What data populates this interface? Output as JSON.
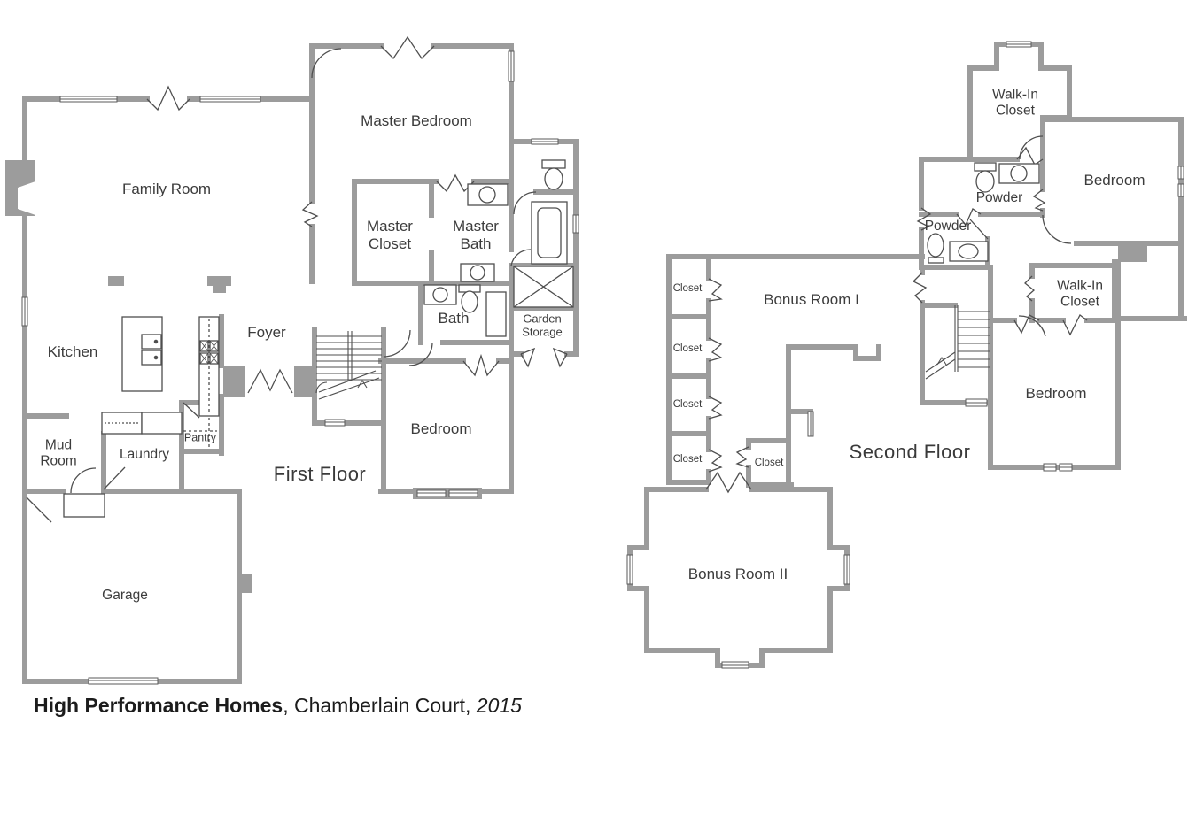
{
  "caption": {
    "builder": "High Performance Homes",
    "middle": ", Chamberlain Court, ",
    "year": "2015"
  },
  "first_floor": {
    "title": "First Floor",
    "rooms": {
      "family_room": "Family Room",
      "master_bedroom": "Master Bedroom",
      "master_closet": "Master Closet",
      "master_bath": "Master Bath",
      "bath": "Bath",
      "garden_storage": "Garden Storage",
      "kitchen": "Kitchen",
      "foyer": "Foyer",
      "bedroom": "Bedroom",
      "mud_room": "Mud Room",
      "laundry": "Laundry",
      "pantry": "Pantry",
      "garage": "Garage"
    }
  },
  "second_floor": {
    "title": "Second Floor",
    "rooms": {
      "walk_in_closet_upper": "Walk-In Closet",
      "bedroom_upper": "Bedroom",
      "powder_upper": "Powder",
      "powder_lower": "Powder",
      "bonus_room_1": "Bonus Room I",
      "closet_1": "Closet",
      "closet_2": "Closet",
      "closet_3": "Closet",
      "closet_4": "Closet",
      "closet_hall": "Closet",
      "walk_in_closet_lower": "Walk-In Closet",
      "bedroom_lower": "Bedroom",
      "bonus_room_2": "Bonus Room II"
    }
  },
  "colors": {
    "wall": "#9c9c9c",
    "fixture_line": "#4f4f4f",
    "text": "#3c3c3c",
    "caption_text": "#1c1c1c",
    "background": "#ffffff"
  },
  "icons": {
    "toilet-icon": "ellipse bowl with tank rectangle",
    "sink-icon": "circle or oval basin in counter rectangle",
    "bathtub-icon": "rounded inner rectangle in frame",
    "shower-icon": "rectangle with X cross",
    "stairs-icon": "parallel tread lines with rail and arrow",
    "stove-icon": "four burner squares with X marks",
    "kitchen-island-icon": "outlined rectangle with appliance squares",
    "washer-dryer-icon": "two outlined counter rectangles with dotted line",
    "fireplace-icon": "gray block with notch on exterior wall",
    "door-swing-icon": "quarter-circle arc",
    "door-opening-icon": "zigzag break in wall",
    "window-icon": "white slot with thin lines in wall"
  }
}
